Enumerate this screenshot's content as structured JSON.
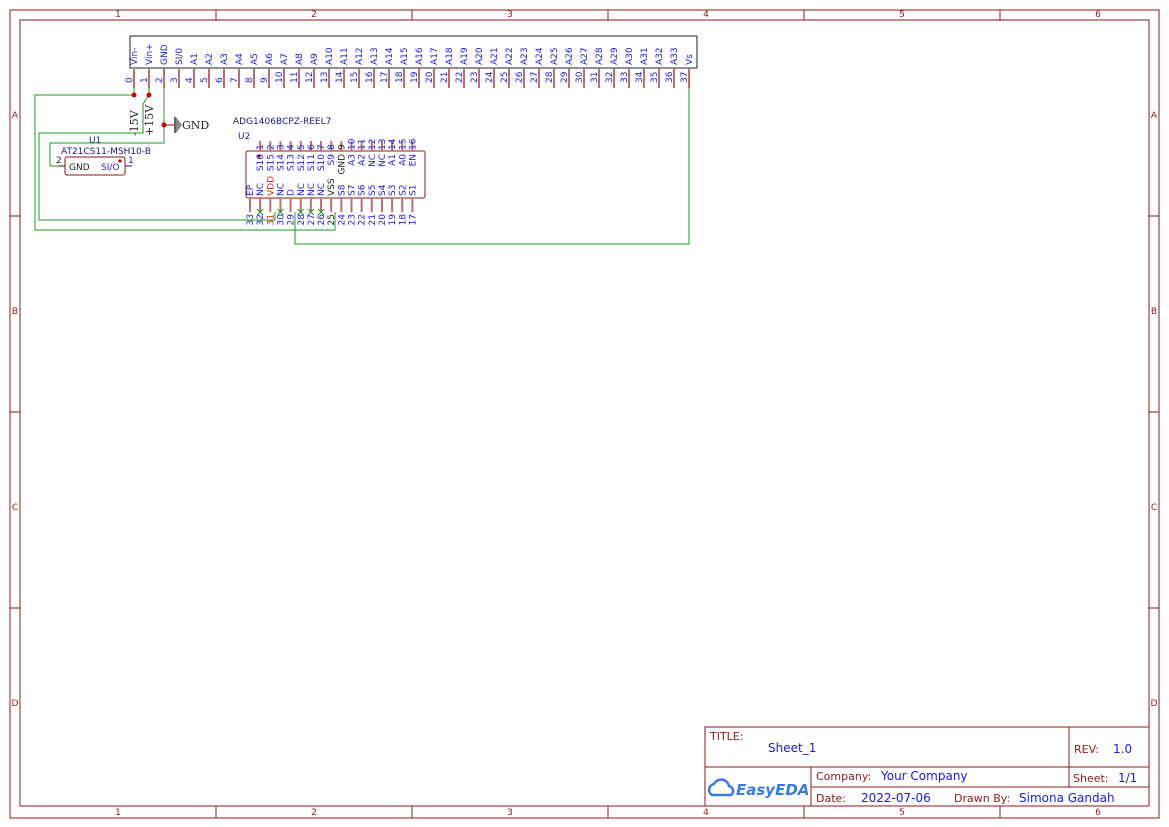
{
  "frame": {
    "columns": [
      "1",
      "2",
      "3",
      "4",
      "5",
      "6"
    ],
    "rows": [
      "A",
      "B",
      "C",
      "D"
    ]
  },
  "connector": {
    "pins": [
      "Vin-",
      "Vin+",
      "GND",
      "SI/0",
      "A1",
      "A2",
      "A3",
      "A4",
      "A5",
      "A6",
      "A7",
      "A8",
      "A9",
      "A10",
      "A11",
      "A12",
      "A13",
      "A14",
      "A15",
      "A16",
      "A17",
      "A18",
      "A19",
      "A20",
      "A21",
      "A22",
      "A23",
      "A24",
      "A25",
      "A26",
      "A27",
      "A28",
      "A29",
      "A30",
      "A31",
      "A32",
      "A33",
      "Vs"
    ],
    "numbers": [
      "0",
      "1",
      "2",
      "3",
      "4",
      "5",
      "6",
      "7",
      "8",
      "9",
      "10",
      "11",
      "12",
      "13",
      "14",
      "15",
      "16",
      "17",
      "18",
      "19",
      "20",
      "21",
      "22",
      "23",
      "24",
      "25",
      "26",
      "27",
      "28",
      "29",
      "30",
      "31",
      "32",
      "33",
      "34",
      "35",
      "36",
      "37"
    ]
  },
  "net_labels": {
    "neg": "-15V",
    "pos": "+15V",
    "gnd": "GND"
  },
  "u1": {
    "ref": "U1",
    "part": "AT21CS11-MSH10-B",
    "pin_left_name": "GND",
    "pin_left_num": "2",
    "pin_right_name": "SI/O",
    "pin_right_num": "1"
  },
  "u2": {
    "ref": "U2",
    "part": "ADG1406BCPZ-REEL7",
    "top_names": [
      "S16",
      "S15",
      "S14",
      "S13",
      "S12",
      "S11",
      "S10",
      "S9",
      "GND",
      "A3",
      "A2",
      "NC",
      "NC",
      "A1",
      "A0",
      "EN"
    ],
    "top_nums": [
      "1",
      "2",
      "3",
      "4",
      "5",
      "6",
      "7",
      "8",
      "9",
      "10",
      "11",
      "12",
      "13",
      "14",
      "15",
      "16"
    ],
    "bottom_names": [
      "EP",
      "NC",
      "VDD",
      "NC",
      "D",
      "NC",
      "NC",
      "NC",
      "VSS",
      "S8",
      "S7",
      "S6",
      "S5",
      "S4",
      "S3",
      "S2",
      "S1"
    ],
    "bottom_nums": [
      "33",
      "32",
      "31",
      "30",
      "29",
      "28",
      "27",
      "26",
      "25",
      "24",
      "23",
      "22",
      "21",
      "20",
      "19",
      "18",
      "17"
    ]
  },
  "title_block": {
    "title_label": "TITLE:",
    "title": "Sheet_1",
    "rev_label": "REV:",
    "rev": "1.0",
    "company_label": "Company:",
    "company": "Your Company",
    "sheet_label": "Sheet:",
    "sheet": "1/1",
    "date_label": "Date:",
    "date": "2022-07-06",
    "drawn_label": "Drawn By:",
    "drawn_by": "Simona Gandah",
    "logo": "EasyEDA"
  },
  "colors": {
    "frame": "#8b1a1a",
    "wire": "#1f9a1f",
    "pin_text": "#2020e0",
    "vdd": "#e02020"
  }
}
